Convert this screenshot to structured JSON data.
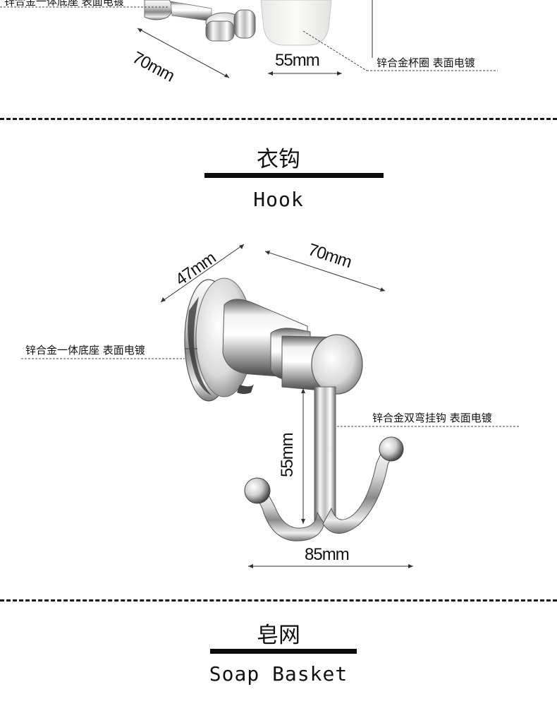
{
  "top_section": {
    "base_label": "锌合金一体底座 表面电镀",
    "cup_ring_label": "锌合金杯圈 表面电镀",
    "dim_width": "70mm",
    "dim_cup": "55mm"
  },
  "hook_section": {
    "title_cn": "衣钩",
    "title_en": "Hook",
    "dim_depth": "47mm",
    "dim_width": "70mm",
    "dim_height": "55mm",
    "dim_span": "85mm",
    "base_label": "锌合金一体底座 表面电镀",
    "hook_label": "锌合金双弯挂钩 表面电镀"
  },
  "soap_section": {
    "title_cn": "皂网",
    "title_en": "Soap Basket"
  },
  "colors": {
    "chrome_light": "#f4f4f4",
    "chrome_mid": "#b9b9b9",
    "chrome_dark": "#3a3a3a",
    "text": "#111111"
  }
}
